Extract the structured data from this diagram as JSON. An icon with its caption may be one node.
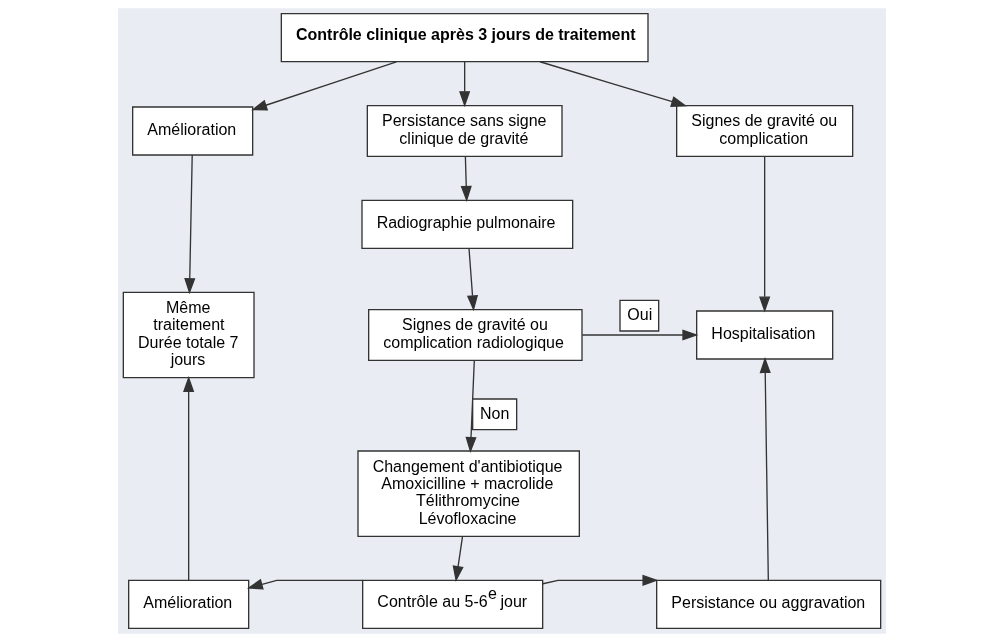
{
  "diagram": {
    "nodes": [
      {
        "text": [
          "Contrôle clinique après 3 jours de traitement"
        ]
      },
      {
        "text": [
          "Amélioration"
        ]
      },
      {
        "text": [
          "Persistance sans signe clinique de gravité"
        ]
      },
      {
        "text": [
          "Signes de gravité ou complication"
        ]
      },
      {
        "text": [
          "Radiographie pulmonaire"
        ]
      },
      {
        "text": [
          "Même traitement Durée totale 7 jours"
        ]
      },
      {
        "text": [
          "Signes de gravité ou complication radiologique"
        ]
      },
      {
        "text": [
          "Hospitalisation"
        ]
      },
      {
        "text": [
          "Changement d'antibiotique",
          "Amoxicilline + macrolide",
          "Télithromycine",
          "Lévofloxacine"
        ]
      },
      {
        "text": [
          "Amélioration"
        ]
      },
      {
        "text": [
          "Contrôle au 5-6$^{e}$ jour"
        ]
      },
      {
        "text": [
          "Persistance ou aggravation"
        ]
      }
    ],
    "edges": [
      {
        "from": 0,
        "to": 1,
        "arrow": "to"
      },
      {
        "from": 0,
        "to": 2,
        "arrow": "to"
      },
      {
        "from": 0,
        "to": 3,
        "arrow": "to"
      },
      {
        "from": 1,
        "to": 5,
        "arrow": "to"
      },
      {
        "from": 2,
        "to": 4,
        "arrow": "to"
      },
      {
        "from": 3,
        "to": 7,
        "arrow": "to"
      },
      {
        "from": 4,
        "to": 6,
        "arrow": "to"
      },
      {
        "from": 6,
        "to": 7,
        "arrow": "to",
        "label": "Oui"
      },
      {
        "from": 6,
        "to": 8,
        "arrow": "to",
        "label": "Non"
      },
      {
        "from": 8,
        "to": 10,
        "arrow": "to"
      },
      {
        "from": 10,
        "to": 9,
        "arrow": "to"
      },
      {
        "from": 10,
        "to": 11,
        "arrow": "to"
      },
      {
        "from": 9,
        "to": 5,
        "arrow": "to"
      },
      {
        "from": 11,
        "to": 7,
        "arrow": "to"
      }
    ]
  }
}
